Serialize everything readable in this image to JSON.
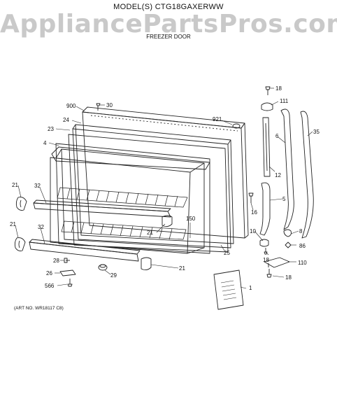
{
  "header": {
    "model": "MODEL(S) CTG18GAXERWW",
    "watermark": "AppliancePartsPros.com",
    "subtitle": "FREEZER DOOR"
  },
  "footer": {
    "art_no": "(ART NO. WR18117 C8)"
  },
  "callouts": {
    "c900": "900",
    "c30": "30",
    "c24": "24",
    "c23": "23",
    "c4": "4",
    "c921": "921",
    "c18a": "18",
    "c111": "111",
    "c6": "6",
    "c35": "35",
    "c12": "12",
    "c21a": "21",
    "c32a": "32",
    "c16": "16",
    "c5": "5",
    "c21b": "21",
    "c150": "150",
    "c21c": "21",
    "c32b": "32",
    "c25": "25",
    "c10": "10",
    "c8": "8",
    "c86": "86",
    "c18b": "18",
    "c110": "110",
    "c28": "28",
    "c26": "26",
    "c566": "566",
    "c29": "29",
    "c21d": "21",
    "c18c": "18",
    "c1": "1"
  }
}
